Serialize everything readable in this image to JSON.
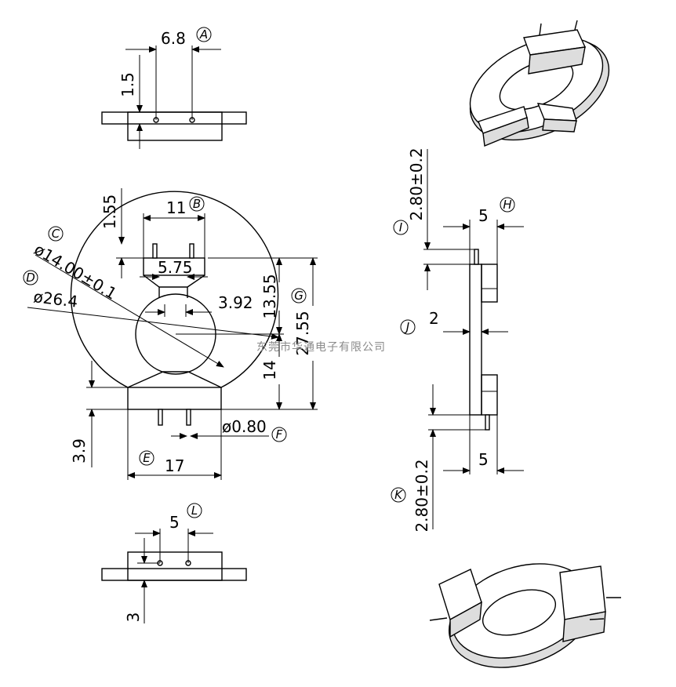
{
  "dimensions": {
    "a": "6.8",
    "a_height": "1.5",
    "b": "11",
    "b_height": "1.55",
    "c": "ø14.00±0.1",
    "d": "ø26.4",
    "slot": "5.75",
    "neck": "3.92",
    "g_top": "13.55",
    "g_total": "27.55",
    "g_bottom": "14",
    "e_height": "3.9",
    "e": "17",
    "f": "ø0.80",
    "h": "5",
    "i": "2.80±0.2",
    "j": "2",
    "k": "2.80±0.2",
    "k_width": "5",
    "l": "5",
    "l_height": "3"
  },
  "labels": {
    "a": "A",
    "b": "B",
    "c": "C",
    "d": "D",
    "e": "E",
    "f": "F",
    "g": "G",
    "h": "H",
    "i": "I",
    "j": "J",
    "k": "K",
    "l": "L"
  },
  "watermark": "东莞市华通电子有限公司"
}
